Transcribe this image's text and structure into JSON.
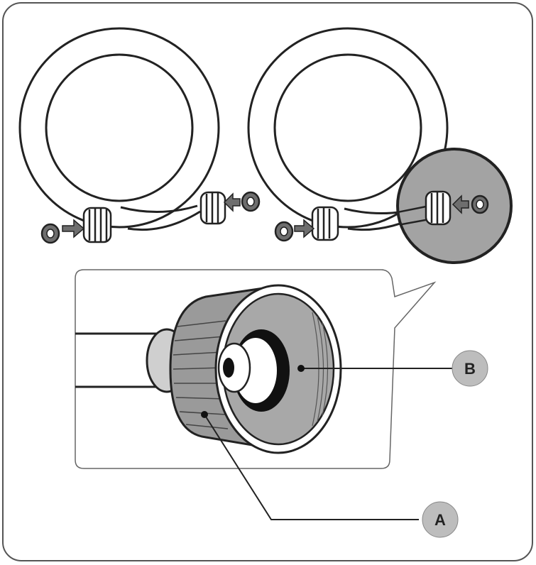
{
  "figure": {
    "panel_background": "#ffffff",
    "line_color": "#222222",
    "gray_fill": "#9a9a9a",
    "light_gray_fill": "#cfcfcf",
    "zoom_fill": "#a3a3a3",
    "arrow_fill": "#6e6e6e",
    "hoses": [
      {
        "name": "hose-without-washers-inserted"
      },
      {
        "name": "hose-with-washers-inserted"
      }
    ],
    "icons": [
      "rubber-washer-icon",
      "insert-arrow-icon",
      "magnifier-circle-icon"
    ]
  },
  "callouts": {
    "a": {
      "label": "A"
    },
    "b": {
      "label": "B"
    }
  }
}
